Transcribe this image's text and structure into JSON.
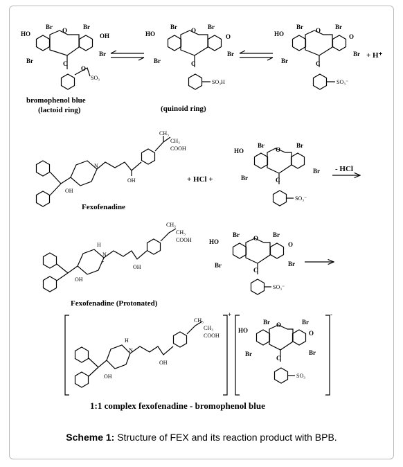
{
  "caption": {
    "label": "Scheme 1:",
    "text": " Structure of FEX and its reaction product with BPB."
  },
  "labels": {
    "bpb_name": "bromophenol blue",
    "bpb_form": "(lactoid ring)",
    "quinoid": "(quinoid ring)",
    "fexofenadine": "Fexofenadine",
    "fex_protonated": "Fexofenadine (Protonated)",
    "complex": "1:1 complex  fexofenadine - bromophenol blue",
    "plus_hcl": "+ HCl +",
    "minus_hcl": "- HCl",
    "plus_h": "+ H⁺",
    "plus_charge": "+",
    "minus_charge": "-"
  },
  "atoms": {
    "br": "Br",
    "ho": "HO",
    "oh": "OH",
    "o": "O",
    "c": "C",
    "so3h": "SO₃H",
    "so3": "SO₃⁻",
    "so3_plain": "SO₃",
    "n": "N",
    "h": "H",
    "cooh": "COOH",
    "ch3": "CH₃"
  }
}
